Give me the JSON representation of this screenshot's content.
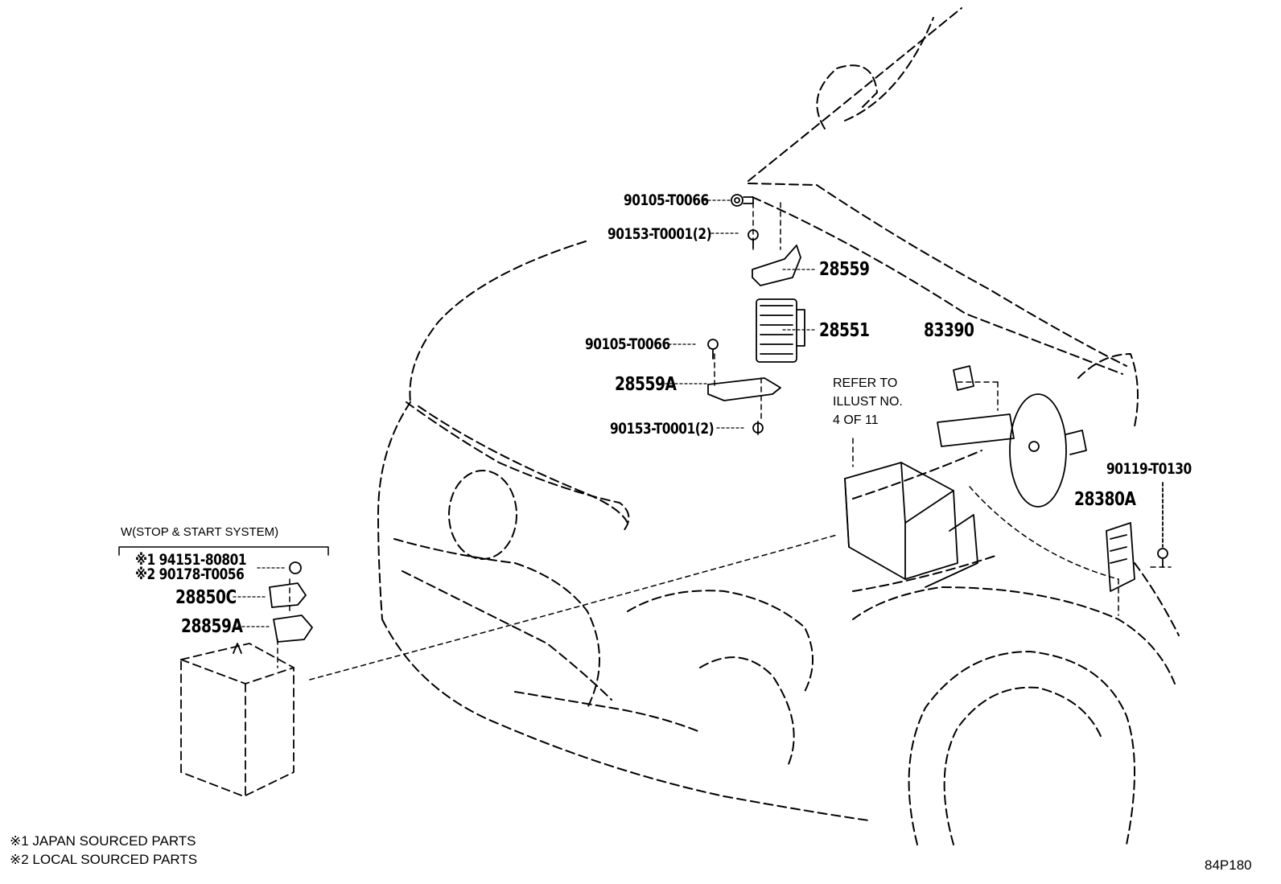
{
  "labels": {
    "p90105_top": "90105-T0066",
    "p90153_top": "90153-T0001(2)",
    "p28559": "28559",
    "p28551": "28551",
    "p90105_mid": "90105-T0066",
    "p28559A": "28559A",
    "p90153_bottom": "90153-T0001(2)",
    "p83390": "83390",
    "refer": "REFER TO\nILLUST NO.\n4 OF 11",
    "p90119": "90119-T0130",
    "p28380A": "28380A",
    "system": "W(STOP & START SYSTEM)",
    "p94151": "※1 94151-80801",
    "p90178": "※2 90178-T0056",
    "p28850C": "28850C",
    "p28859A": "28859A"
  },
  "footnotes": {
    "f1": "※1 JAPAN SOURCED PARTS",
    "f2": "※2 LOCAL SOURCED PARTS"
  },
  "diagram_code": "84P180"
}
